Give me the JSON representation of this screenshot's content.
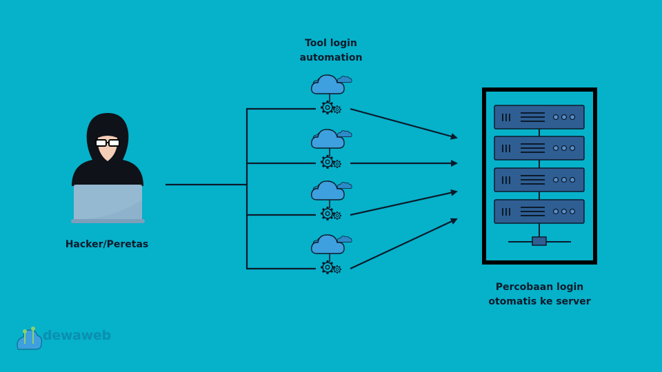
{
  "diagram": {
    "tool_label_line1": "Tool login",
    "tool_label_line2": "automation",
    "hacker_label": "Hacker/Peretas",
    "server_label_line1": "Percobaan login",
    "server_label_line2": "otomatis ke server",
    "logo_text": "dewaweb",
    "tool_count": 4
  },
  "colors": {
    "background": "#06b1ca",
    "line": "#0b1a2a",
    "cloud": "#3ea0de",
    "server_unit": "#2f5e93",
    "server_frame": "#000000"
  },
  "icons": {
    "hacker": "hacker-icon",
    "tool": "cloud-gear-icon",
    "server": "server-rack-icon",
    "logo": "dewaweb-logo"
  }
}
